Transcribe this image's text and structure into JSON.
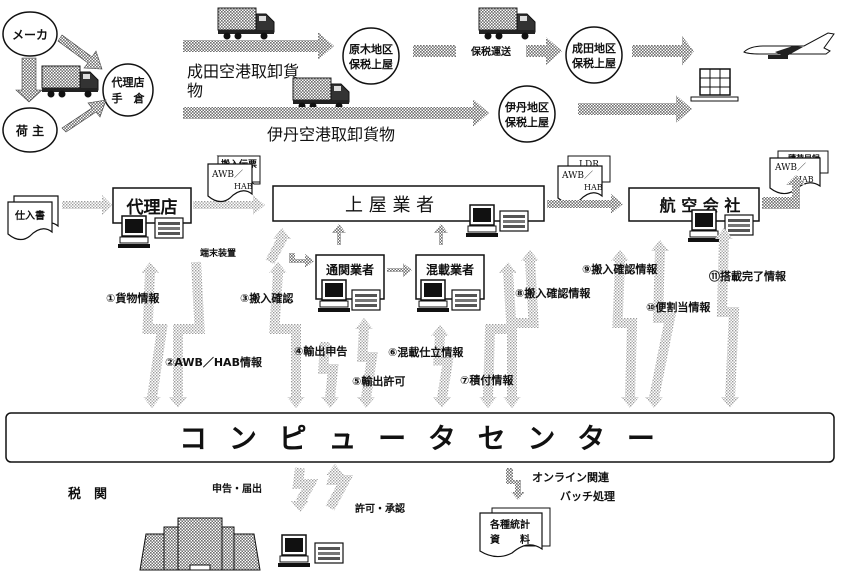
{
  "top": {
    "maker": "メーカ",
    "shipper": "荷 主",
    "agent_warehouse": [
      "代理店",
      "手　倉"
    ],
    "narita_cargo": [
      "成田空港取卸貨",
      "物"
    ],
    "itami_cargo": "伊丹空港取卸貨物",
    "haraki_bonded": [
      "原木地区",
      "保税上屋"
    ],
    "bonded_transport": "保税運送",
    "narita_bonded": [
      "成田地区",
      "保税上屋"
    ],
    "itami_bonded": [
      "伊丹地区",
      "保税上屋"
    ]
  },
  "flow": {
    "invoice_doc": "仕入書",
    "agent_box": "代理店",
    "terminal_label": "端末装置",
    "doc1": {
      "back": "搬入伝票",
      "front": [
        "AWB／",
        "HAB"
      ]
    },
    "warehouse_box": "上 屋 業 者",
    "doc2": {
      "back": "LDR",
      "front": [
        "AWB／",
        "HAB"
      ]
    },
    "airline_box": "航 空 会 社",
    "doc3": {
      "back": "積荷目録",
      "front": [
        "AWB／",
        "HAB"
      ]
    },
    "customs_broker": "通関業者",
    "consolidator": "混載業者"
  },
  "messages": [
    "①貨物情報",
    "②AWB／HAB情報",
    "③搬入確認",
    "④輸出申告",
    "⑤輸出許可",
    "⑥混載仕立情報",
    "⑦積付情報",
    "⑧搬入確認情報",
    "⑨搬入確認情報",
    "⑩便割当情報",
    "⑪搭載完了情報"
  ],
  "center": "コ ン ピ ュ ー タ セ ン タ ー",
  "bottom": {
    "customs": "税　関",
    "declaration": "申告・届出",
    "approval": "許可・承認",
    "online_batch": [
      "オンライン関連",
      "バッチ処理"
    ],
    "stats_doc": [
      "各種統計",
      "資　　料"
    ]
  },
  "colors": {
    "line": "#111111",
    "hatch": "#8a8a8a",
    "hatch_light": "#b9b9b9"
  }
}
